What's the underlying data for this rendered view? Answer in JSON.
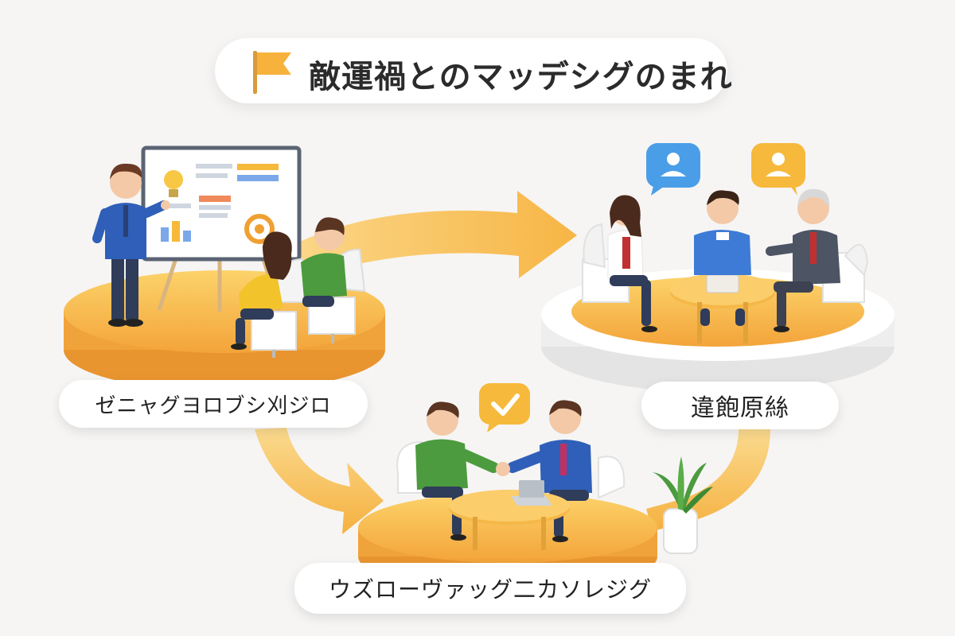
{
  "title": "敵運禍とのマッデシグのまれ",
  "steps": [
    {
      "label": "ゼニャグヨロブシ刈ジロ",
      "scene": "presentation"
    },
    {
      "label": "違飽原絲",
      "scene": "meeting"
    },
    {
      "label": "ウズローヴァッグ二カソレジグ",
      "scene": "agreement"
    }
  ],
  "icons": {
    "flag": "flag-icon",
    "bubble_left": "user-chat-bubble-icon",
    "bubble_right": "user-chat-bubble-icon",
    "bubble_check": "check-chat-bubble-icon",
    "bulb": "lightbulb-icon",
    "gear": "gear-icon"
  },
  "colors": {
    "accent": "#f7b23c",
    "arrow": "#f8c255",
    "bubble_blue": "#4a9ee8",
    "bubble_yellow": "#f6b93b",
    "platform_white": "#ffffff"
  }
}
